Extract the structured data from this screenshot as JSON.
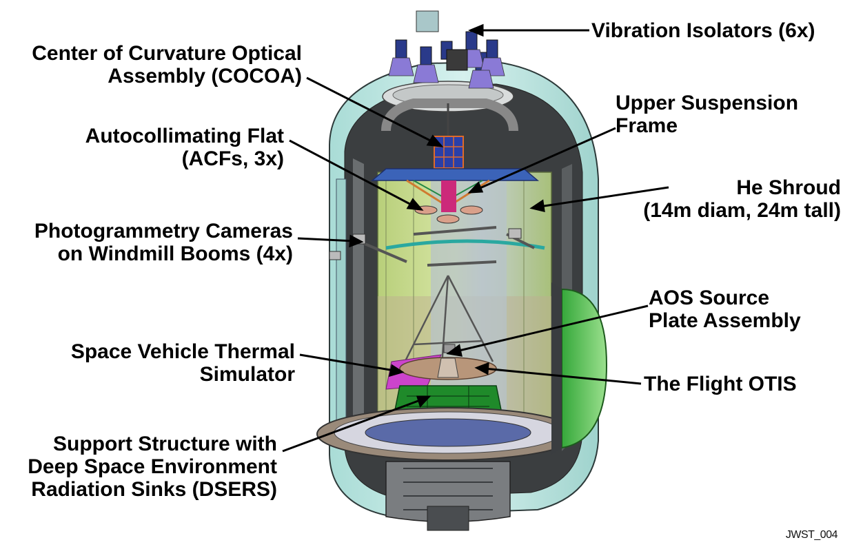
{
  "labels": {
    "vibration_isolators": "Vibration Isolators (6x)",
    "cocoa": [
      "Center of Curvature Optical",
      "Assembly (COCOA)"
    ],
    "upper_suspension": [
      "Upper Suspension",
      "Frame"
    ],
    "acf": [
      "Autocollimating Flat",
      "(ACFs, 3x)"
    ],
    "he_shroud": [
      "He Shroud",
      "(14m diam, 24m tall)"
    ],
    "photogrammetry": [
      "Photogrammetry Cameras",
      "on Windmill Booms (4x)"
    ],
    "aos_source": [
      "AOS Source",
      "Plate Assembly"
    ],
    "svts": [
      "Space Vehicle Thermal",
      "Simulator"
    ],
    "flight_otis": "The Flight OTIS",
    "support_structure": [
      "Support Structure with",
      "Deep Space Environment",
      "Radiation Sinks (DSERS)"
    ]
  },
  "figure_id": "JWST_004",
  "colors": {
    "chamber_shell": "#bfe7e2",
    "chamber_dark": "#3c3f40",
    "shroud_green": "#c9d98a",
    "otis_green": "#1f8a2a",
    "magenta": "#cc44cc",
    "cocoa_blue": "#2a3fa8",
    "leader": "#000000"
  }
}
